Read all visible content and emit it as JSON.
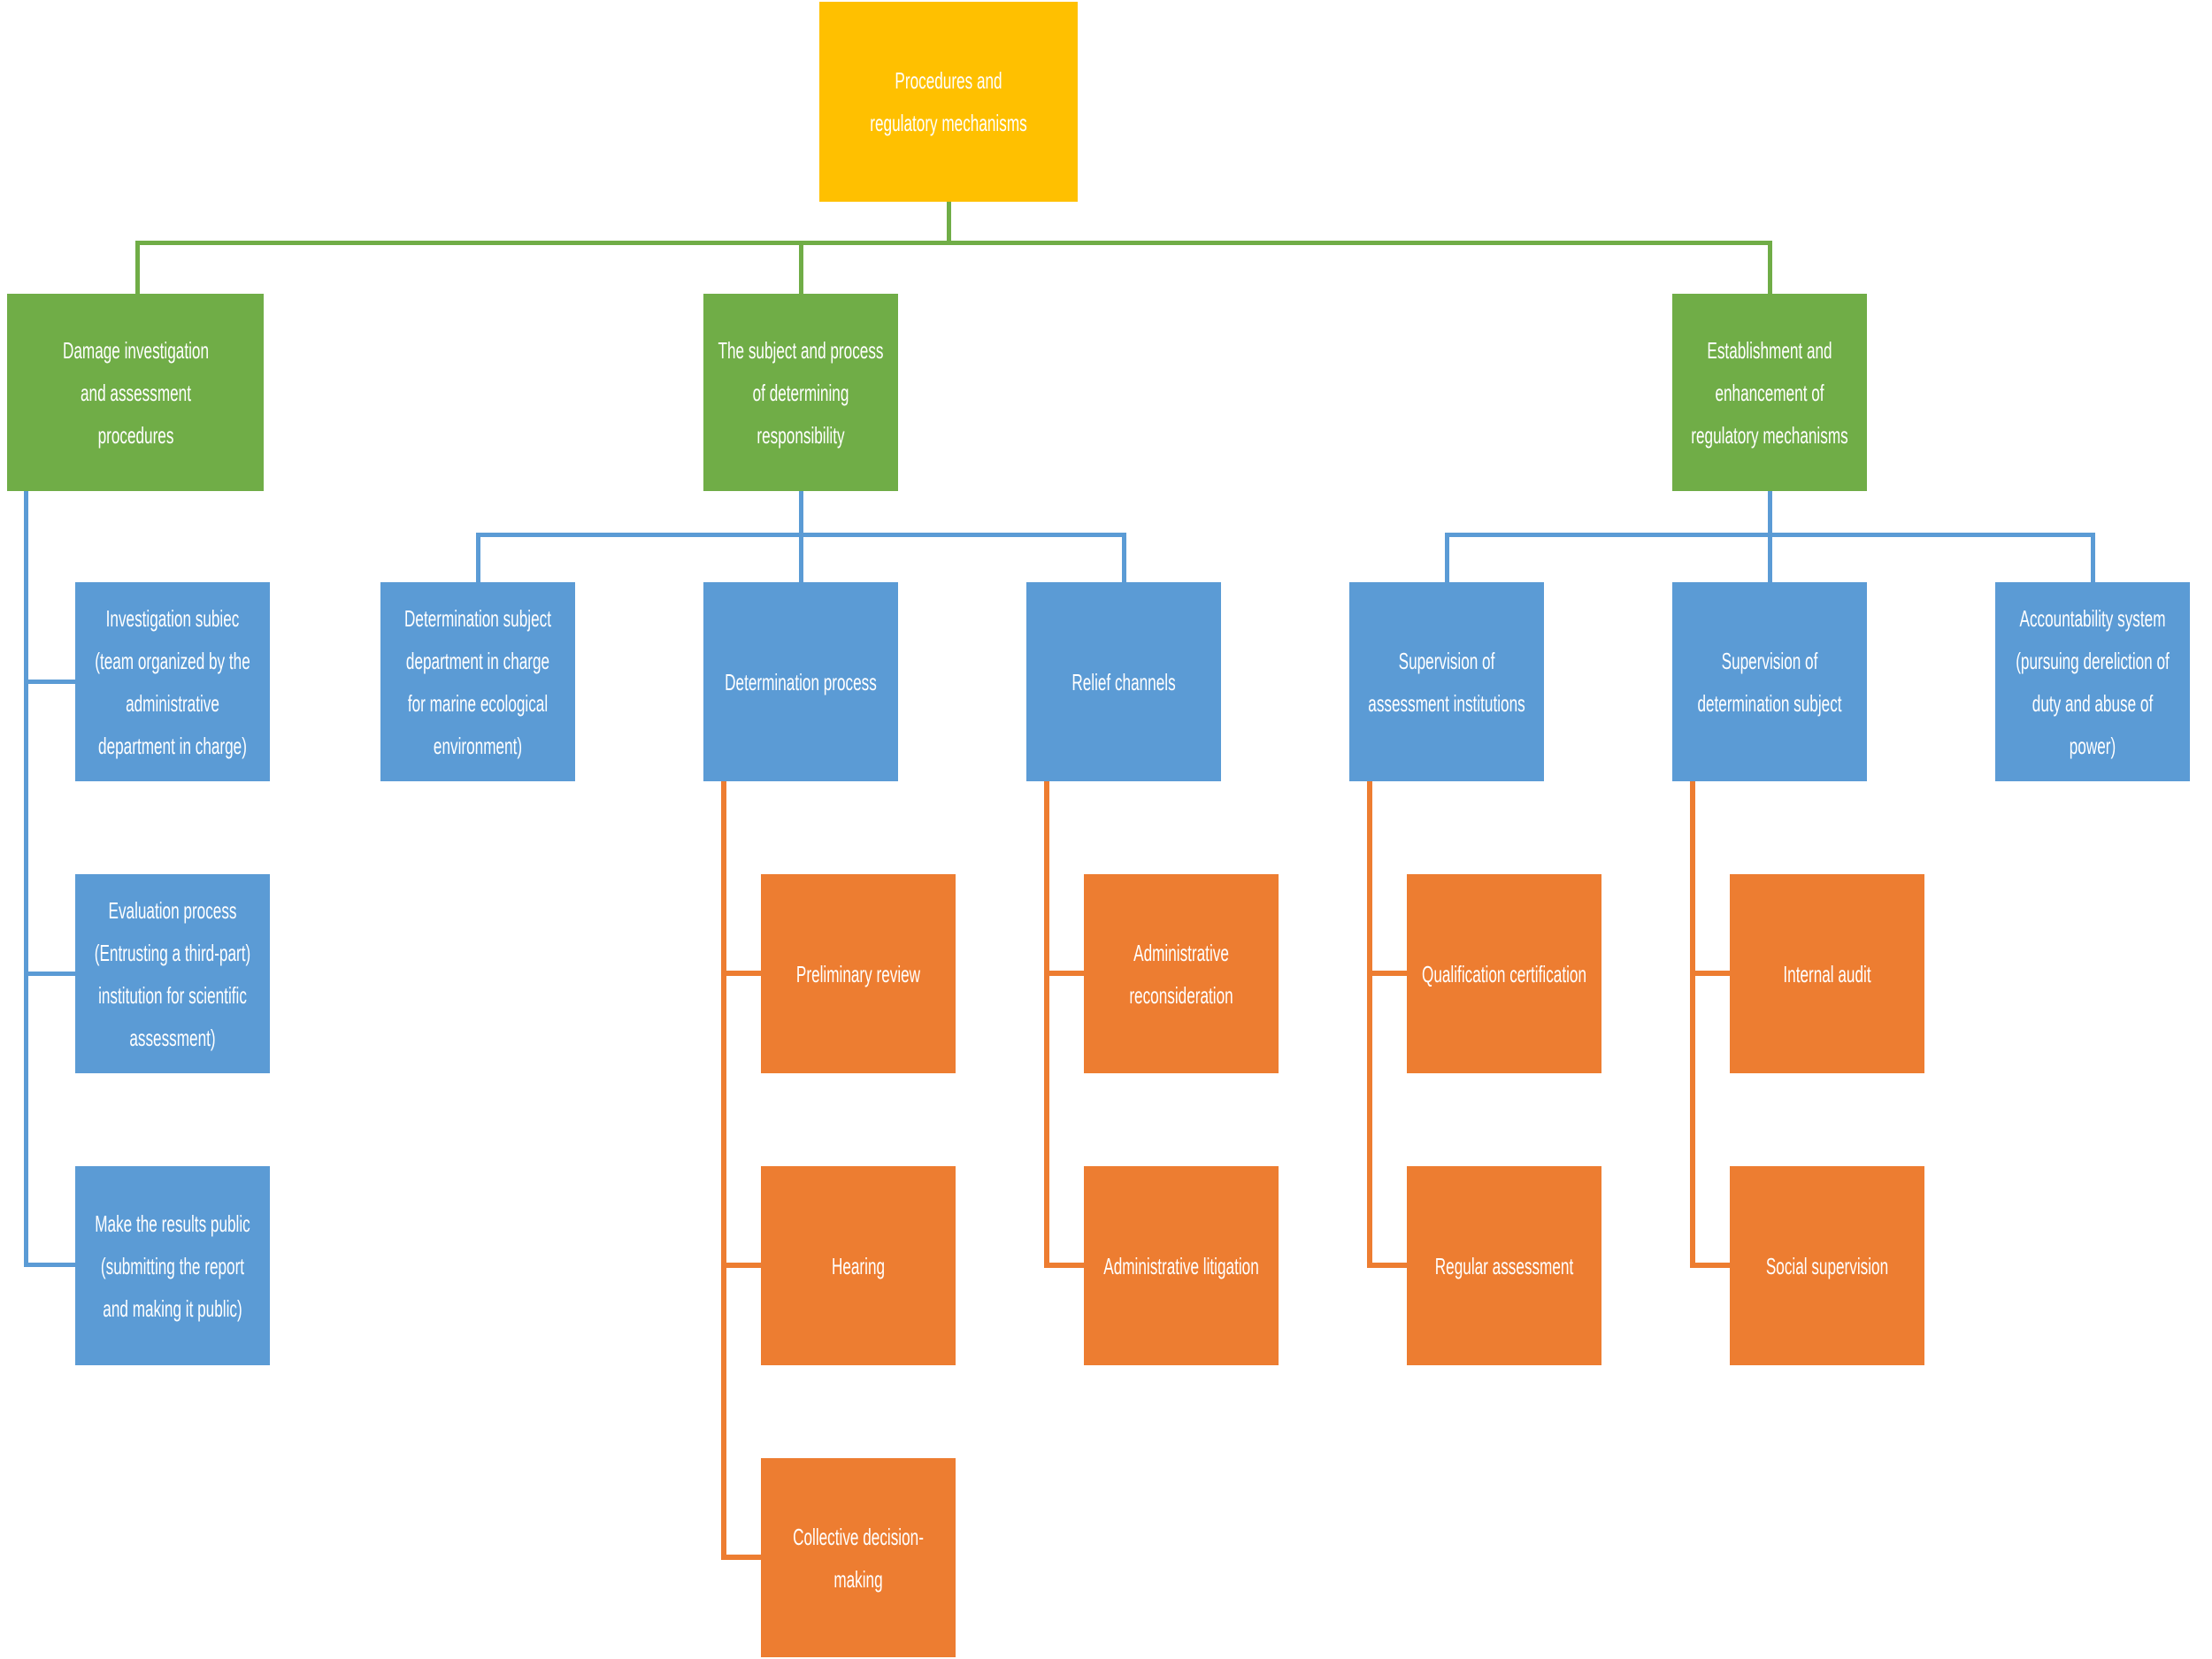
{
  "theme": {
    "gold": "#FFC000",
    "green": "#70AD47",
    "blue": "#5B9BD5",
    "orange": "#ED7D31",
    "text": "#FFFFFF",
    "background": "#FFFFFF"
  },
  "diagram_type": "flowchart-tree",
  "nodes": {
    "root": {
      "label": "Procedures and\nregulatory mechanisms",
      "level": "root",
      "color": "gold"
    },
    "branch1": {
      "label": "Damage investigation\nand assessment\nprocedures",
      "level": "branch",
      "color": "green"
    },
    "branch2": {
      "label": "The subject and process\nof determining\nresponsibility",
      "level": "branch",
      "color": "green"
    },
    "branch3": {
      "label": "Establishment and\nenhancement of\nregulatory mechanisms",
      "level": "branch",
      "color": "green"
    },
    "b1_item1": {
      "label": "Investigation subiec\n(team organized by the\nadministrative\ndepartment in charge)",
      "level": "item",
      "color": "blue"
    },
    "b1_item2": {
      "label": "Evaluation process\n(Entrusting a third-part)\ninstitution for scientific\nassessment)",
      "level": "item",
      "color": "blue"
    },
    "b1_item3": {
      "label": "Make the results public\n(submitting the report\nand making it public)",
      "level": "item",
      "color": "blue"
    },
    "b2_item1": {
      "label": "Determination subject\ndepartment in charge\nfor marine ecological\nenvironment)",
      "level": "item",
      "color": "blue"
    },
    "b2_item2": {
      "label": "Determination process",
      "level": "item",
      "color": "blue"
    },
    "b2_item3": {
      "label": "Relief channels",
      "level": "item",
      "color": "blue"
    },
    "b3_item1": {
      "label": "Supervision of\nassessment institutions",
      "level": "item",
      "color": "blue"
    },
    "b3_item2": {
      "label": "Supervision of\ndetermination subject",
      "level": "item",
      "color": "blue"
    },
    "b3_item3": {
      "label": "Accountability system\n(pursuing dereliction of\nduty and abuse of\npower)",
      "level": "item",
      "color": "blue"
    },
    "proc_sub1": {
      "label": "Preliminary review",
      "level": "leaf",
      "color": "orange"
    },
    "proc_sub2": {
      "label": "Hearing",
      "level": "leaf",
      "color": "orange"
    },
    "proc_sub3": {
      "label": "Collective decision-\nmaking",
      "level": "leaf",
      "color": "orange"
    },
    "relief_sub1": {
      "label": "Administrative\nreconsideration",
      "level": "leaf",
      "color": "orange"
    },
    "relief_sub2": {
      "label": "Administrative litigation",
      "level": "leaf",
      "color": "orange"
    },
    "supai_sub1": {
      "label": "Qualification certification",
      "level": "leaf",
      "color": "orange"
    },
    "supai_sub2": {
      "label": "Regular assessment",
      "level": "leaf",
      "color": "orange"
    },
    "supds_sub1": {
      "label": "Internal audit",
      "level": "leaf",
      "color": "orange"
    },
    "supds_sub2": {
      "label": "Social supervision",
      "level": "leaf",
      "color": "orange"
    }
  },
  "tree": {
    "root": [
      "branch1",
      "branch2",
      "branch3"
    ],
    "branch1": [
      "b1_item1",
      "b1_item2",
      "b1_item3"
    ],
    "branch2": [
      "b2_item1",
      "b2_item2",
      "b2_item3"
    ],
    "branch3": [
      "b3_item1",
      "b3_item2",
      "b3_item3"
    ],
    "b2_item2": [
      "proc_sub1",
      "proc_sub2",
      "proc_sub3"
    ],
    "b2_item3": [
      "relief_sub1",
      "relief_sub2"
    ],
    "b3_item1": [
      "supai_sub1",
      "supai_sub2"
    ],
    "b3_item2": [
      "supds_sub1",
      "supds_sub2"
    ]
  }
}
